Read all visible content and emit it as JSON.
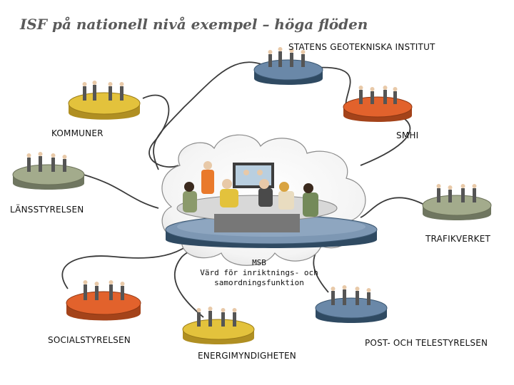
{
  "title": "ISF på nationell nivå exempel – höga flöden",
  "center": {
    "lines": [
      "MSB",
      "Värd för inriktnings- och",
      "samordningsfunktion"
    ]
  },
  "nodes": [
    {
      "label": "STATENS GEOTEKNISKA INSTITUT",
      "color": "#6a88a8"
    },
    {
      "label": "KOMMUNER",
      "color": "#e3c23c"
    },
    {
      "label": "SMHI",
      "color": "#e2622c"
    },
    {
      "label": "LÄNSSTYRELSEN",
      "color": "#a3ab8c"
    },
    {
      "label": "TRAFIKVERKET",
      "color": "#a3ab8c"
    },
    {
      "label": "SOCIALSTYRELSEN",
      "color": "#e2622c"
    },
    {
      "label": "ENERGIMYNDIGHETEN",
      "color": "#e3c23c"
    },
    {
      "label": "POST- OCH TELESTYRELSEN",
      "color": "#6a88a8"
    }
  ]
}
